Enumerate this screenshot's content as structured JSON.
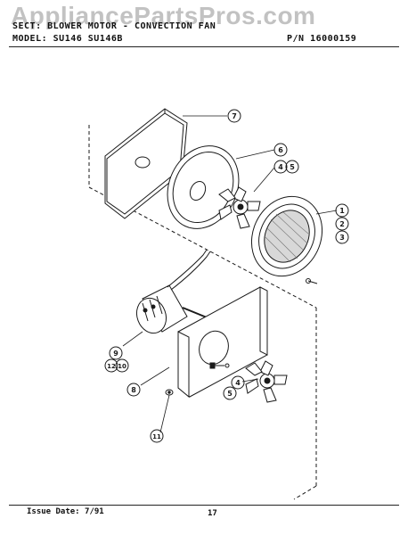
{
  "watermark": "AppliancePartsPros.com",
  "header": {
    "section_label": "SECT",
    "section_value": "BLOWER MOTOR - CONVECTION FAN",
    "model_label": "MODEL:",
    "model_value": "SU146  SU146B",
    "part_number": "P/N 16000159"
  },
  "callouts": {
    "c1": "1",
    "c2": "2",
    "c3": "3",
    "c4a": "4",
    "c5a": "5",
    "c6": "6",
    "c7": "7",
    "c8": "8",
    "c9": "9",
    "c10": "10",
    "c11": "11",
    "c12": "12",
    "c4b": "4",
    "c5b": "5"
  },
  "footer": {
    "issue_date": "Issue Date: 7/91",
    "page_number": "17"
  },
  "colors": {
    "ink": "#1a1a1a",
    "watermark": "#8a8a8a"
  }
}
